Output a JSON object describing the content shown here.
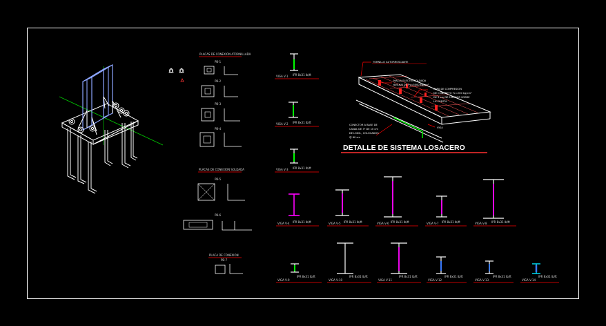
{
  "drawing": {
    "title": "DETALLE DE SISTEMA LOSACERO",
    "callouts": {
      "tornillo": "TORNILLO AUTORROSCANTE",
      "malla_1": "MALLA ELECTROSOLDADA",
      "malla_2": "6x6-6/6 DE f'y=5000 kg/cm²",
      "capa_1": "CAPA DE COMPRESION",
      "capa_2": "DE CONCRETO f'c=200 kg/cm²",
      "capa_3": "DE 5 cm DE ESPESOR SOBRE",
      "capa_4": "LA CRESTA",
      "conector_1": "CONECTOR A BASE DE",
      "conector_2": "CANAL DE 3\" DE 10 cm",
      "conector_3": "DE LONG., COLOCADOS",
      "conector_4": "@ 60 cm",
      "viga": "VIGA"
    },
    "placa_section_title": "PLACAS DE CONEXION ATORNILLADA",
    "placa_section_title_2": "PLACAS DE CONEXION SOLDADA",
    "placa_section_title_3": "PLACA DE CONEXION",
    "placa_labels": [
      "PB-1",
      "PB-2",
      "PB-3",
      "PB-4",
      "PB-5",
      "PB-6",
      "PB-7"
    ],
    "beam_labels": {
      "v1": "VIGA V-1",
      "v2": "VIGA V-2",
      "v3": "VIGA V-3",
      "v4": "VIGA V-4",
      "v5": "VIGA V-5",
      "v6": "VIGA V-6",
      "v7": "VIGA V-7",
      "v8": "VIGA V-8",
      "v9": "VIGA V-9",
      "v10": "VIGA V-10",
      "v11": "VIGA V-11",
      "v12": "VIGA V-12",
      "v13": "VIGA V-13",
      "v14": "VIGA V-14"
    },
    "beam_spec": "IPR 8x31 lb/ft",
    "colors": {
      "background": "#000000",
      "frame": "#ffffff",
      "steel_white": "#ffffff",
      "green": "#00ff00",
      "magenta": "#ff00ff",
      "red": "#ff0000",
      "blue": "#3a7bff",
      "cyan": "#00e5ff",
      "yellow": "#ffff00",
      "gray": "#a0a0a0"
    }
  }
}
